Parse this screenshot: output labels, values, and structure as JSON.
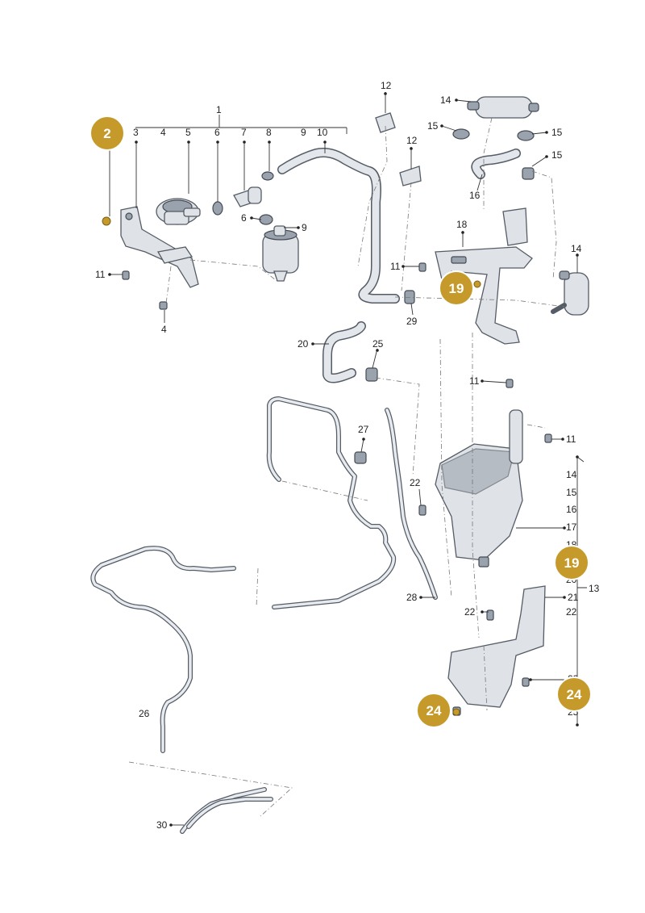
{
  "callouts": {
    "c1": "1",
    "c3": "3",
    "c4a": "4",
    "c5": "5",
    "c6a": "6",
    "c7": "7",
    "c8": "8",
    "c9a": "9",
    "c10": "10",
    "c11a": "11",
    "c4b": "4",
    "c6b": "6",
    "c9b": "9",
    "c12a": "12",
    "c12b": "12",
    "c14a": "14",
    "c15a": "15",
    "c15b": "15",
    "c15c": "15",
    "c16a": "16",
    "c18": "18",
    "c14b": "14",
    "c11b": "11",
    "c29": "29",
    "c20": "20",
    "c25": "25",
    "c11c": "11",
    "c11d": "11",
    "c27": "27",
    "c14c": "14",
    "c15d": "15",
    "c16b": "16",
    "c17": "17",
    "c18b": "18",
    "c20b": "20",
    "c13": "13",
    "c21": "21",
    "c22a": "22",
    "c22b": "22",
    "c22c": "22",
    "c23": "23",
    "c25b": "25",
    "c28": "28",
    "c26": "26",
    "c30": "30"
  },
  "badges": {
    "b2": "2",
    "b19a": "19",
    "b19b": "19",
    "b24a": "24",
    "b24b": "24"
  },
  "colors": {
    "badge": "#c59a2a",
    "part": "#dfe3e8",
    "outline": "#555c66"
  }
}
